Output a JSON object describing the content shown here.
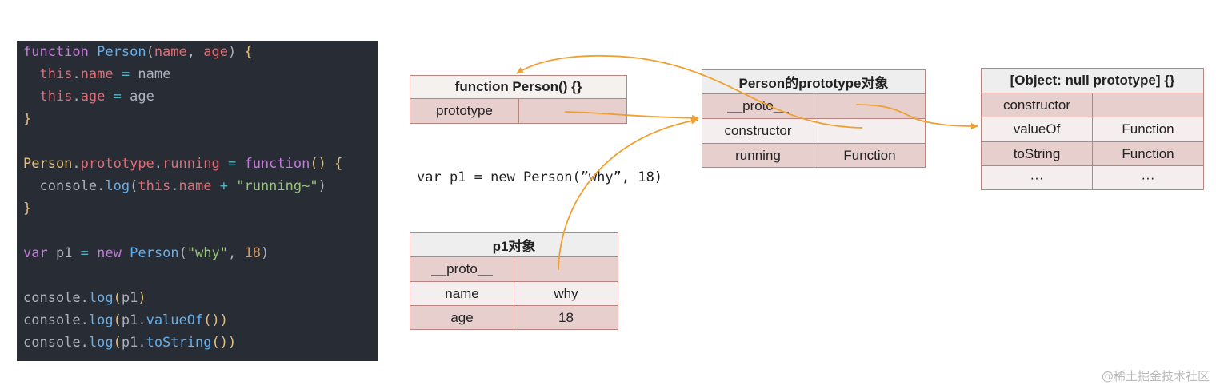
{
  "code": {
    "lines": [
      [
        [
          "kw",
          "function"
        ],
        [
          "pln",
          " "
        ],
        [
          "fn",
          "Person"
        ],
        [
          "pln",
          "("
        ],
        [
          "var",
          "name"
        ],
        [
          "pln",
          ", "
        ],
        [
          "var",
          "age"
        ],
        [
          "pln",
          ") "
        ],
        [
          "brc",
          "{"
        ]
      ],
      [
        [
          "pln",
          "  "
        ],
        [
          "var",
          "this"
        ],
        [
          "pln",
          "."
        ],
        [
          "var",
          "name"
        ],
        [
          "pln",
          " "
        ],
        [
          "op",
          "="
        ],
        [
          "pln",
          " name"
        ]
      ],
      [
        [
          "pln",
          "  "
        ],
        [
          "var",
          "this"
        ],
        [
          "pln",
          "."
        ],
        [
          "var",
          "age"
        ],
        [
          "pln",
          " "
        ],
        [
          "op",
          "="
        ],
        [
          "pln",
          " age"
        ]
      ],
      [
        [
          "brc",
          "}"
        ]
      ],
      [],
      [
        [
          "brc",
          "Person"
        ],
        [
          "pln",
          "."
        ],
        [
          "var",
          "prototype"
        ],
        [
          "pln",
          "."
        ],
        [
          "var",
          "running"
        ],
        [
          "pln",
          " "
        ],
        [
          "op",
          "="
        ],
        [
          "pln",
          " "
        ],
        [
          "kw",
          "function"
        ],
        [
          "brc",
          "()"
        ],
        [
          "pln",
          " "
        ],
        [
          "brc",
          "{"
        ]
      ],
      [
        [
          "pln",
          "  console."
        ],
        [
          "fn",
          "log"
        ],
        [
          "pln",
          "("
        ],
        [
          "var",
          "this"
        ],
        [
          "pln",
          "."
        ],
        [
          "var",
          "name"
        ],
        [
          "pln",
          " "
        ],
        [
          "op",
          "+"
        ],
        [
          "pln",
          " "
        ],
        [
          "str",
          "\"running~\""
        ],
        [
          "pln",
          ")"
        ]
      ],
      [
        [
          "brc",
          "}"
        ]
      ],
      [],
      [
        [
          "kw",
          "var"
        ],
        [
          "pln",
          " p1 "
        ],
        [
          "op",
          "="
        ],
        [
          "pln",
          " "
        ],
        [
          "kw",
          "new"
        ],
        [
          "pln",
          " "
        ],
        [
          "fn",
          "Person"
        ],
        [
          "pln",
          "("
        ],
        [
          "str",
          "\"why\""
        ],
        [
          "pln",
          ", "
        ],
        [
          "num",
          "18"
        ],
        [
          "pln",
          ")"
        ]
      ],
      [],
      [
        [
          "pln",
          "console."
        ],
        [
          "fn",
          "log"
        ],
        [
          "brc",
          "("
        ],
        [
          "pln",
          "p1"
        ],
        [
          "brc",
          ")"
        ]
      ],
      [
        [
          "pln",
          "console."
        ],
        [
          "fn",
          "log"
        ],
        [
          "brc",
          "("
        ],
        [
          "pln",
          "p1."
        ],
        [
          "fn",
          "valueOf"
        ],
        [
          "brc",
          "()"
        ],
        [
          "brc",
          ")"
        ]
      ],
      [
        [
          "pln",
          "console."
        ],
        [
          "fn",
          "log"
        ],
        [
          "brc",
          "("
        ],
        [
          "pln",
          "p1."
        ],
        [
          "fn",
          "toString"
        ],
        [
          "brc",
          "()"
        ],
        [
          "brc",
          ")"
        ]
      ]
    ]
  },
  "diagram": {
    "person_fn": {
      "title": "function Person() {}",
      "rows": [
        [
          "prototype",
          ""
        ]
      ]
    },
    "person_proto": {
      "title": "Person的prototype对象",
      "rows": [
        [
          "__proto__",
          ""
        ],
        [
          "constructor",
          ""
        ],
        [
          "running",
          "Function"
        ]
      ]
    },
    "null_proto": {
      "title": "[Object: null prototype] {}",
      "rows": [
        [
          "constructor",
          ""
        ],
        [
          "valueOf",
          "Function"
        ],
        [
          "toString",
          "Function"
        ],
        [
          "···",
          "···"
        ]
      ]
    },
    "p1_obj": {
      "title": "p1对象",
      "rows": [
        [
          "__proto__",
          ""
        ],
        [
          "name",
          "why"
        ],
        [
          "age",
          "18"
        ]
      ]
    },
    "code_text": "var p1 = new Person(”why”, 18)"
  },
  "colors": {
    "arrow": "#f0a030",
    "cell_border": "#b9837f",
    "row_dark": "#e6cfcd",
    "row_light": "#f5eeee",
    "code_bg": "#282c34"
  },
  "watermark": "@稀土掘金技术社区"
}
